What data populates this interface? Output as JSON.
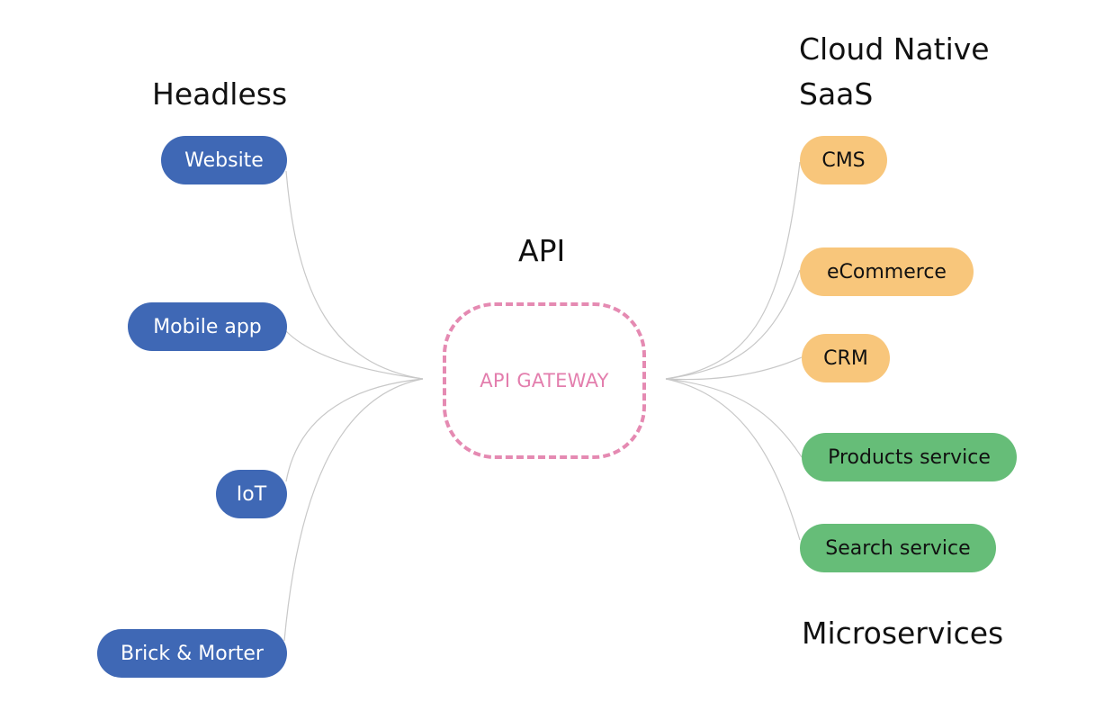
{
  "headings": {
    "headless": "Headless",
    "cloud_native": "Cloud Native",
    "saas": "SaaS",
    "api": "API",
    "microservices": "Microservices"
  },
  "clients": [
    "Website",
    "Mobile app",
    "IoT",
    "Brick & Morter"
  ],
  "saas_services": [
    "CMS",
    "eCommerce",
    "CRM"
  ],
  "microservices": [
    "Products service",
    "Search service"
  ],
  "gateway": {
    "label": "API GATEWAY"
  },
  "colors": {
    "client_pill": "#3f68b5",
    "saas_pill": "#f8c67b",
    "microservice_pill": "#66bd78",
    "gateway_border": "#e58ab2",
    "gateway_text": "#e37ead",
    "connector": "#c8c8c8"
  }
}
